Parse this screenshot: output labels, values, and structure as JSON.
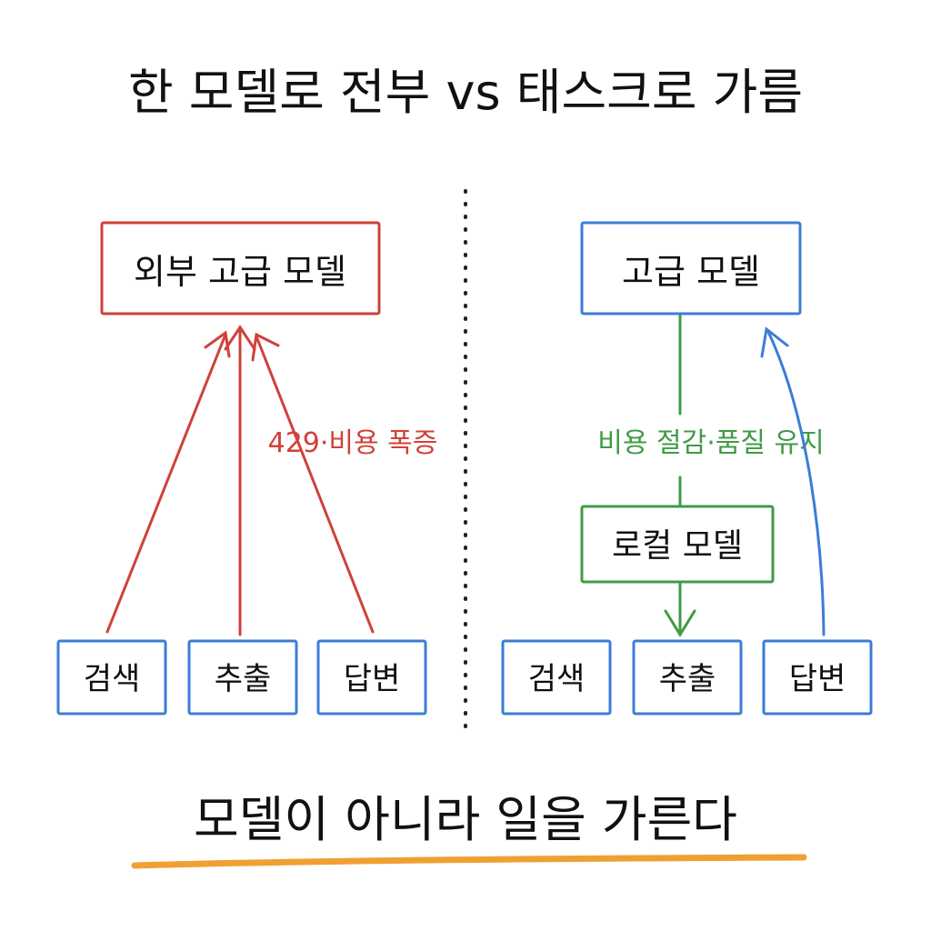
{
  "title": "한 모델로 전부 vs 태스크로 가름",
  "left": {
    "model_label": "외부 고급 모델",
    "arrow_label": "429·비용 폭증",
    "tasks": [
      "검색",
      "추출",
      "답변"
    ]
  },
  "right": {
    "top_model_label": "고급 모델",
    "local_model_label": "로컬 모델",
    "arrow_label": "비용 절감·품질 유지",
    "tasks": [
      "검색",
      "추출",
      "답변"
    ]
  },
  "footer": {
    "caption": "모델이 아니라 일을 가른다"
  },
  "colors": {
    "red": "#d0413a",
    "blue": "#3b7dd8",
    "green": "#3f9b46",
    "orange": "#f0a033",
    "divider": "#222222"
  }
}
